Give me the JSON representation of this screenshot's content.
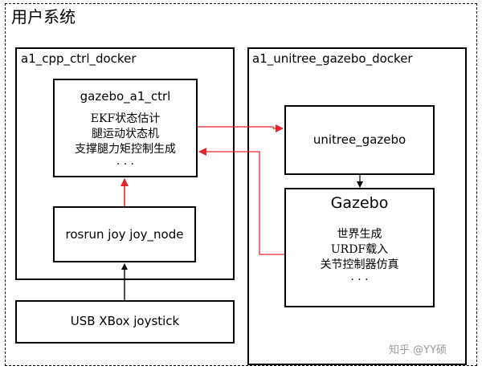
{
  "title": "用户系统",
  "left_container": {
    "label": "a1_cpp_ctrl_docker"
  },
  "right_container": {
    "label": "a1_unitree_gazebo_docker"
  },
  "ctrl_box": {
    "title": "gazebo_a1_ctrl",
    "lines": [
      "EKF状态估计",
      "腿运动状态机",
      "支撑腿力矩控制生成",
      "· · ·"
    ]
  },
  "joy_box": {
    "title": "rosrun joy joy_node"
  },
  "usb_box": {
    "title": "USB XBox joystick"
  },
  "unitree_box": {
    "title": "unitree_gazebo"
  },
  "gazebo_box": {
    "title": "Gazebo",
    "lines": [
      "世界生成",
      "URDF载入",
      "关节控制器仿真",
      "· · ·"
    ]
  },
  "watermark": "知乎 @YY硕",
  "colors": {
    "red_arrow": "#e8242a",
    "black_arrow": "#000000"
  }
}
